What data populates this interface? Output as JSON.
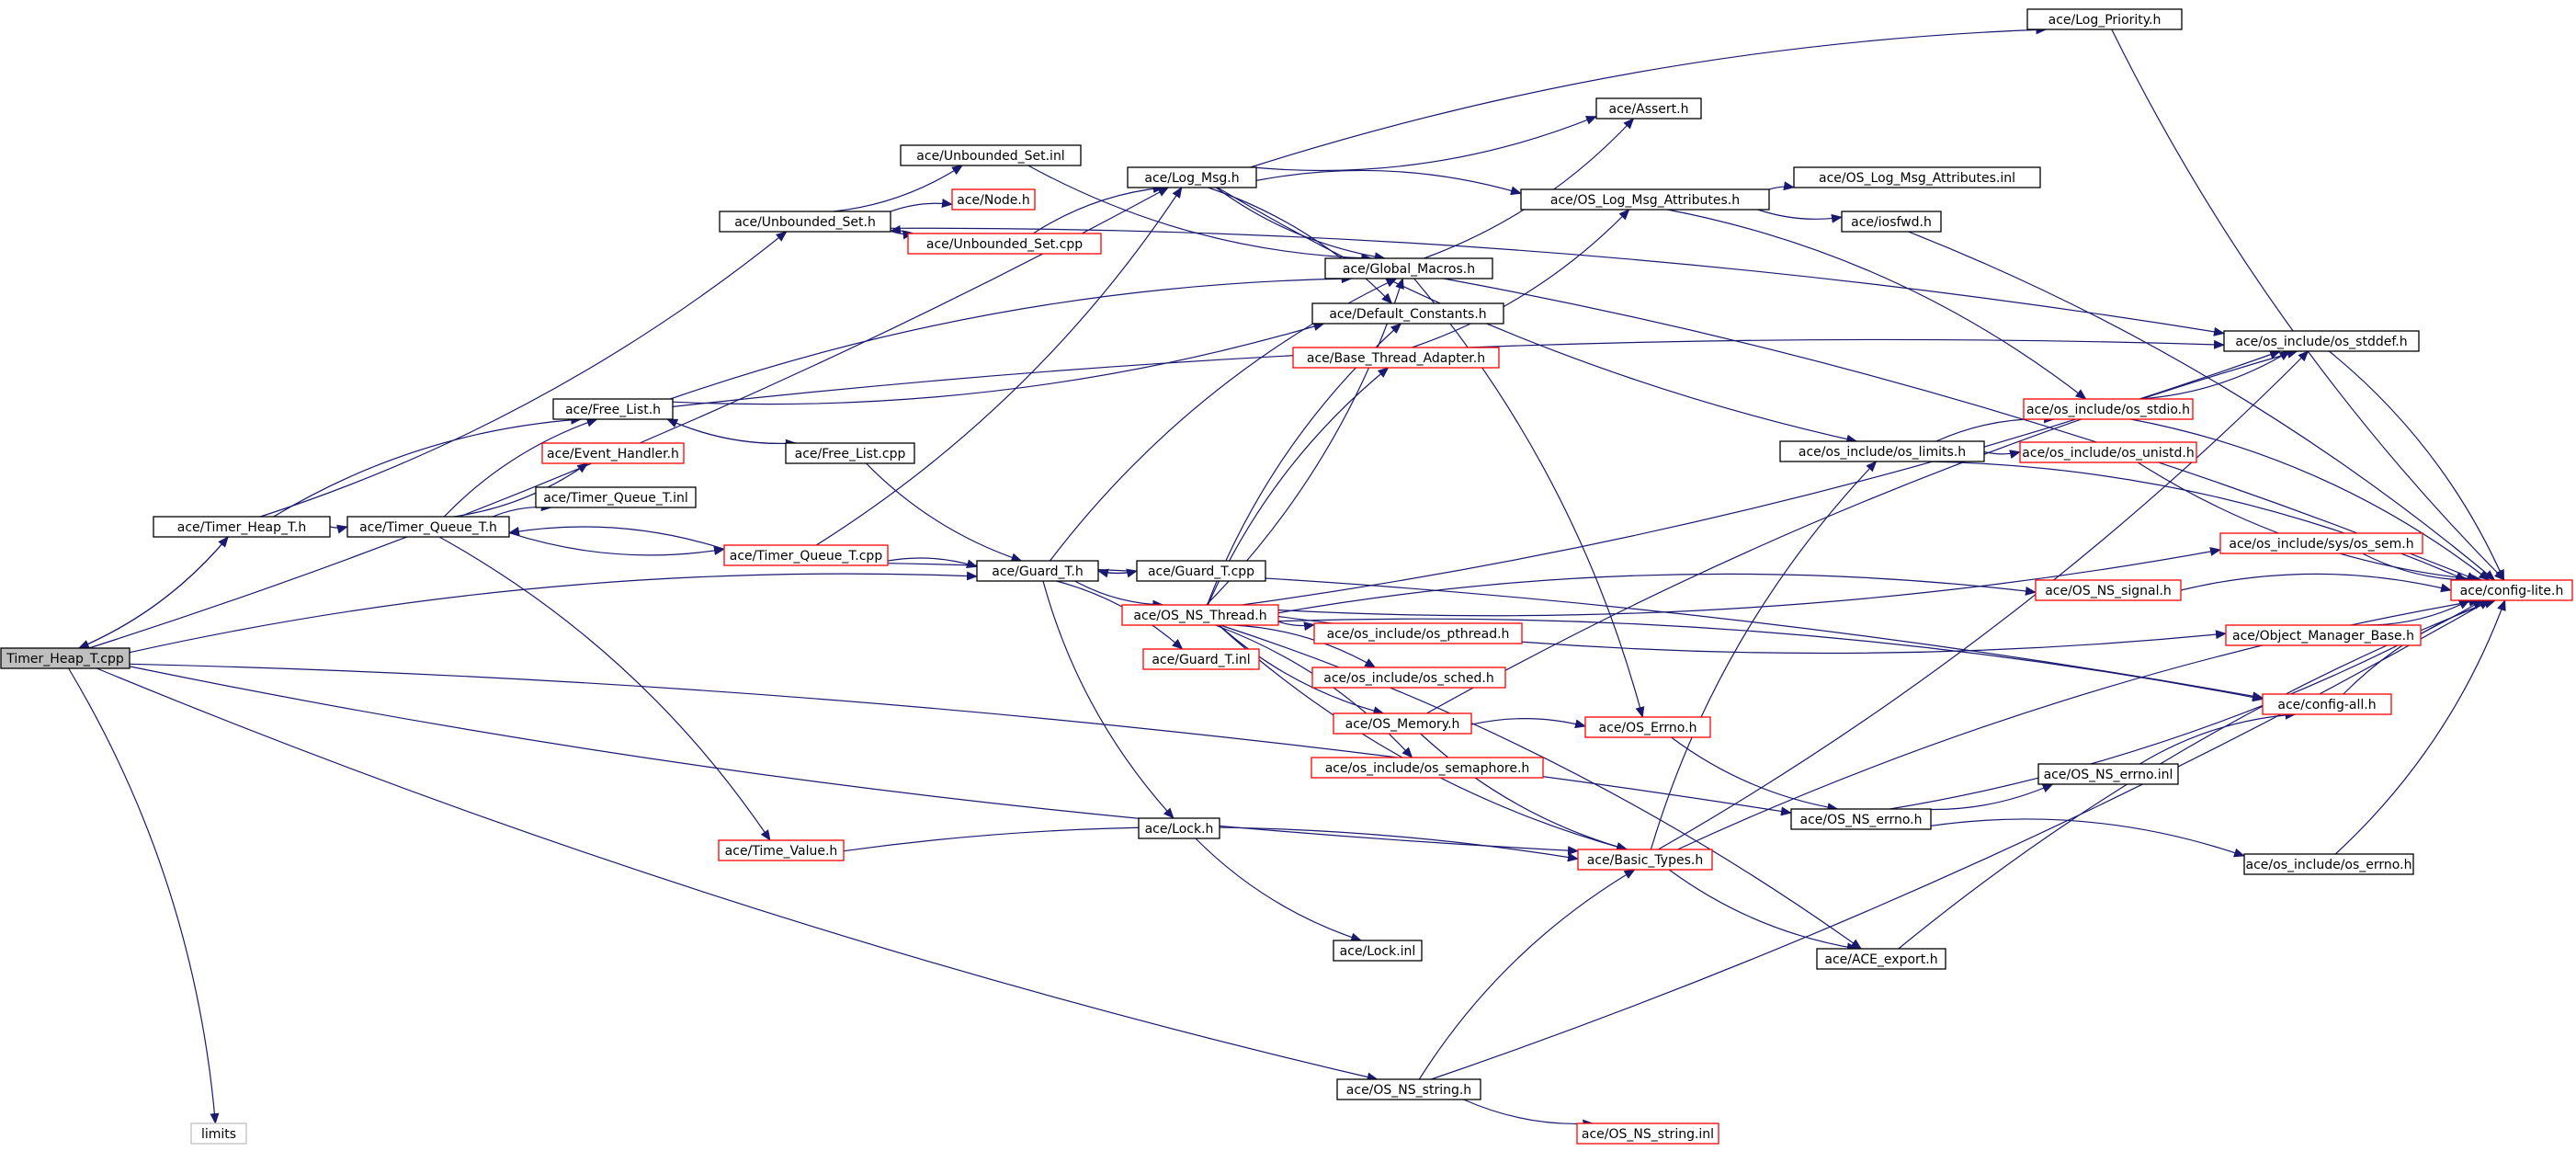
{
  "colors": {
    "edge": "#191970",
    "node_border_default": "#000000",
    "node_border_undocumented": "#ff0000",
    "node_border_external": "#bfbfbf",
    "root_fill": "#bfbfbf",
    "node_fill": "#ffffff"
  },
  "nodes": [
    {
      "id": "root",
      "label": "Timer_Heap_T.cpp",
      "style": "root"
    },
    {
      "id": "timer_heap_h",
      "label": "ace/Timer_Heap_T.h",
      "style": "default"
    },
    {
      "id": "timer_queue_h",
      "label": "ace/Timer_Queue_T.h",
      "style": "default"
    },
    {
      "id": "unbounded_set_h",
      "label": "ace/Unbounded_Set.h",
      "style": "default"
    },
    {
      "id": "unbounded_set_inl",
      "label": "ace/Unbounded_Set.inl",
      "style": "default"
    },
    {
      "id": "node_h",
      "label": "ace/Node.h",
      "style": "red"
    },
    {
      "id": "unbounded_set_cpp",
      "label": "ace/Unbounded_Set.cpp",
      "style": "red"
    },
    {
      "id": "log_msg_h",
      "label": "ace/Log_Msg.h",
      "style": "default"
    },
    {
      "id": "log_priority_h",
      "label": "ace/Log_Priority.h",
      "style": "default"
    },
    {
      "id": "assert_h",
      "label": "ace/Assert.h",
      "style": "default"
    },
    {
      "id": "os_log_msg_attr_h",
      "label": "ace/OS_Log_Msg_Attributes.h",
      "style": "default"
    },
    {
      "id": "os_log_msg_attr_inl",
      "label": "ace/OS_Log_Msg_Attributes.inl",
      "style": "default"
    },
    {
      "id": "iosfwd_h",
      "label": "ace/iosfwd.h",
      "style": "default"
    },
    {
      "id": "global_macros_h",
      "label": "ace/Global_Macros.h",
      "style": "default"
    },
    {
      "id": "default_constants_h",
      "label": "ace/Default_Constants.h",
      "style": "default"
    },
    {
      "id": "base_thread_adapter_h",
      "label": "ace/Base_Thread_Adapter.h",
      "style": "red"
    },
    {
      "id": "free_list_h",
      "label": "ace/Free_List.h",
      "style": "default"
    },
    {
      "id": "free_list_cpp",
      "label": "ace/Free_List.cpp",
      "style": "default"
    },
    {
      "id": "event_handler_h",
      "label": "ace/Event_Handler.h",
      "style": "red"
    },
    {
      "id": "timer_queue_inl",
      "label": "ace/Timer_Queue_T.inl",
      "style": "default"
    },
    {
      "id": "timer_queue_cpp",
      "label": "ace/Timer_Queue_T.cpp",
      "style": "red"
    },
    {
      "id": "guard_h",
      "label": "ace/Guard_T.h",
      "style": "default"
    },
    {
      "id": "guard_cpp",
      "label": "ace/Guard_T.cpp",
      "style": "default"
    },
    {
      "id": "guard_inl",
      "label": "ace/Guard_T.inl",
      "style": "red"
    },
    {
      "id": "os_ns_thread_h",
      "label": "ace/OS_NS_Thread.h",
      "style": "red"
    },
    {
      "id": "os_pthread_h",
      "label": "ace/os_include/os_pthread.h",
      "style": "red"
    },
    {
      "id": "os_sched_h",
      "label": "ace/os_include/os_sched.h",
      "style": "red"
    },
    {
      "id": "os_memory_h",
      "label": "ace/OS_Memory.h",
      "style": "red"
    },
    {
      "id": "os_semaphore_h",
      "label": "ace/os_include/os_semaphore.h",
      "style": "red"
    },
    {
      "id": "os_errno_h",
      "label": "ace/OS_Errno.h",
      "style": "red"
    },
    {
      "id": "basic_types_h",
      "label": "ace/Basic_Types.h",
      "style": "red"
    },
    {
      "id": "time_value_h",
      "label": "ace/Time_Value.h",
      "style": "red"
    },
    {
      "id": "lock_h",
      "label": "ace/Lock.h",
      "style": "default"
    },
    {
      "id": "lock_inl",
      "label": "ace/Lock.inl",
      "style": "default"
    },
    {
      "id": "ace_export_h",
      "label": "ace/ACE_export.h",
      "style": "default"
    },
    {
      "id": "os_ns_errno_h",
      "label": "ace/OS_NS_errno.h",
      "style": "default"
    },
    {
      "id": "os_ns_errno_inl",
      "label": "ace/OS_NS_errno.inl",
      "style": "default"
    },
    {
      "id": "os_include_errno_h",
      "label": "ace/os_include/os_errno.h",
      "style": "default"
    },
    {
      "id": "os_ns_string_h",
      "label": "ace/OS_NS_string.h",
      "style": "default"
    },
    {
      "id": "os_ns_string_inl",
      "label": "ace/OS_NS_string.inl",
      "style": "red"
    },
    {
      "id": "limits",
      "label": "limits",
      "style": "external"
    },
    {
      "id": "os_limits_h",
      "label": "ace/os_include/os_limits.h",
      "style": "default"
    },
    {
      "id": "os_stdio_h",
      "label": "ace/os_include/os_stdio.h",
      "style": "red"
    },
    {
      "id": "os_unistd_h",
      "label": "ace/os_include/os_unistd.h",
      "style": "red"
    },
    {
      "id": "os_stddef_h",
      "label": "ace/os_include/os_stddef.h",
      "style": "default"
    },
    {
      "id": "os_sem_h",
      "label": "ace/os_include/sys/os_sem.h",
      "style": "red"
    },
    {
      "id": "os_ns_signal_h",
      "label": "ace/OS_NS_signal.h",
      "style": "red"
    },
    {
      "id": "object_manager_base_h",
      "label": "ace/Object_Manager_Base.h",
      "style": "red"
    },
    {
      "id": "config_all_h",
      "label": "ace/config-all.h",
      "style": "red"
    },
    {
      "id": "config_lite_h",
      "label": "ace/config-lite.h",
      "style": "red"
    }
  ],
  "edges": [
    [
      "root",
      "timer_heap_h"
    ],
    [
      "timer_heap_h",
      "root"
    ],
    [
      "root",
      "log_msg_h"
    ],
    [
      "root",
      "guard_h"
    ],
    [
      "root",
      "basic_types_h"
    ],
    [
      "root",
      "os_ns_errno_h"
    ],
    [
      "root",
      "os_ns_string_h"
    ],
    [
      "root",
      "limits"
    ],
    [
      "timer_heap_h",
      "timer_queue_h"
    ],
    [
      "timer_heap_h",
      "free_list_h"
    ],
    [
      "timer_heap_h",
      "unbounded_set_h"
    ],
    [
      "timer_queue_h",
      "free_list_h"
    ],
    [
      "timer_queue_h",
      "event_handler_h"
    ],
    [
      "timer_queue_h",
      "timer_queue_inl"
    ],
    [
      "timer_queue_h",
      "timer_queue_cpp"
    ],
    [
      "timer_queue_h",
      "time_value_h"
    ],
    [
      "timer_queue_cpp",
      "timer_queue_h"
    ],
    [
      "timer_queue_cpp",
      "guard_h"
    ],
    [
      "timer_queue_cpp",
      "log_msg_h"
    ],
    [
      "timer_queue_cpp",
      "config_all_h"
    ],
    [
      "unbounded_set_h",
      "unbounded_set_inl"
    ],
    [
      "unbounded_set_h",
      "node_h"
    ],
    [
      "unbounded_set_h",
      "unbounded_set_cpp"
    ],
    [
      "unbounded_set_h",
      "os_stddef_h"
    ],
    [
      "unbounded_set_cpp",
      "unbounded_set_h"
    ],
    [
      "unbounded_set_cpp",
      "log_msg_h"
    ],
    [
      "unbounded_set_inl",
      "global_macros_h"
    ],
    [
      "log_msg_h",
      "log_priority_h"
    ],
    [
      "log_msg_h",
      "assert_h"
    ],
    [
      "log_msg_h",
      "os_log_msg_attr_h"
    ],
    [
      "log_msg_h",
      "global_macros_h"
    ],
    [
      "log_msg_h",
      "default_constants_h"
    ],
    [
      "log_msg_h",
      "os_limits_h"
    ],
    [
      "os_log_msg_attr_h",
      "os_log_msg_attr_inl"
    ],
    [
      "os_log_msg_attr_h",
      "iosfwd_h"
    ],
    [
      "os_log_msg_attr_h",
      "os_stdio_h"
    ],
    [
      "free_list_h",
      "free_list_cpp"
    ],
    [
      "free_list_cpp",
      "free_list_h"
    ],
    [
      "free_list_cpp",
      "guard_h"
    ],
    [
      "free_list_h",
      "global_macros_h"
    ],
    [
      "free_list_h",
      "default_constants_h"
    ],
    [
      "free_list_h",
      "os_stddef_h"
    ],
    [
      "guard_h",
      "guard_cpp"
    ],
    [
      "guard_cpp",
      "guard_h"
    ],
    [
      "guard_h",
      "os_ns_thread_h"
    ],
    [
      "guard_h",
      "guard_inl"
    ],
    [
      "guard_h",
      "lock_h"
    ],
    [
      "guard_h",
      "global_macros_h"
    ],
    [
      "lock_h",
      "lock_inl"
    ],
    [
      "global_macros_h",
      "config_lite_h"
    ],
    [
      "global_macros_h",
      "assert_h"
    ],
    [
      "global_macros_h",
      "os_errno_h"
    ],
    [
      "os_ns_thread_h",
      "global_macros_h"
    ],
    [
      "os_ns_thread_h",
      "base_thread_adapter_h"
    ],
    [
      "os_ns_thread_h",
      "os_pthread_h"
    ],
    [
      "os_ns_thread_h",
      "os_sched_h"
    ],
    [
      "os_ns_thread_h",
      "os_memory_h"
    ],
    [
      "os_ns_thread_h",
      "os_semaphore_h"
    ],
    [
      "os_ns_thread_h",
      "basic_types_h"
    ],
    [
      "os_ns_thread_h",
      "ace_export_h"
    ],
    [
      "os_ns_thread_h",
      "os_sem_h"
    ],
    [
      "os_ns_thread_h",
      "os_ns_signal_h"
    ],
    [
      "os_ns_thread_h",
      "object_manager_base_h"
    ],
    [
      "os_ns_thread_h",
      "config_all_h"
    ],
    [
      "os_ns_thread_h",
      "os_stddef_h"
    ],
    [
      "os_ns_thread_h",
      "default_constants_h"
    ],
    [
      "base_thread_adapter_h",
      "os_log_msg_attr_h"
    ],
    [
      "os_memory_h",
      "os_errno_h"
    ],
    [
      "os_memory_h",
      "basic_types_h"
    ],
    [
      "os_memory_h",
      "os_stddef_h"
    ],
    [
      "os_errno_h",
      "os_ns_errno_h"
    ],
    [
      "basic_types_h",
      "os_limits_h"
    ],
    [
      "basic_types_h",
      "ace_export_h"
    ],
    [
      "basic_types_h",
      "config_lite_h"
    ],
    [
      "basic_types_h",
      "os_stddef_h"
    ],
    [
      "time_value_h",
      "basic_types_h"
    ],
    [
      "os_ns_errno_h",
      "os_ns_errno_inl"
    ],
    [
      "os_ns_errno_h",
      "os_include_errno_h"
    ],
    [
      "os_ns_errno_h",
      "config_lite_h"
    ],
    [
      "os_ns_errno_inl",
      "config_all_h"
    ],
    [
      "os_include_errno_h",
      "config_lite_h"
    ],
    [
      "ace_export_h",
      "config_lite_h"
    ],
    [
      "os_ns_string_h",
      "os_ns_string_inl"
    ],
    [
      "os_ns_string_h",
      "basic_types_h"
    ],
    [
      "os_ns_string_h",
      "config_lite_h"
    ],
    [
      "os_limits_h",
      "os_stdio_h"
    ],
    [
      "os_limits_h",
      "os_unistd_h"
    ],
    [
      "os_limits_h",
      "config_lite_h"
    ],
    [
      "os_stdio_h",
      "os_stddef_h"
    ],
    [
      "os_stdio_h",
      "config_lite_h"
    ],
    [
      "os_unistd_h",
      "config_lite_h"
    ],
    [
      "os_stddef_h",
      "config_lite_h"
    ],
    [
      "os_sem_h",
      "config_lite_h"
    ],
    [
      "os_ns_signal_h",
      "config_lite_h"
    ],
    [
      "object_manager_base_h",
      "config_lite_h"
    ],
    [
      "config_all_h",
      "config_lite_h"
    ],
    [
      "log_priority_h",
      "config_lite_h"
    ],
    [
      "iosfwd_h",
      "config_lite_h"
    ]
  ]
}
